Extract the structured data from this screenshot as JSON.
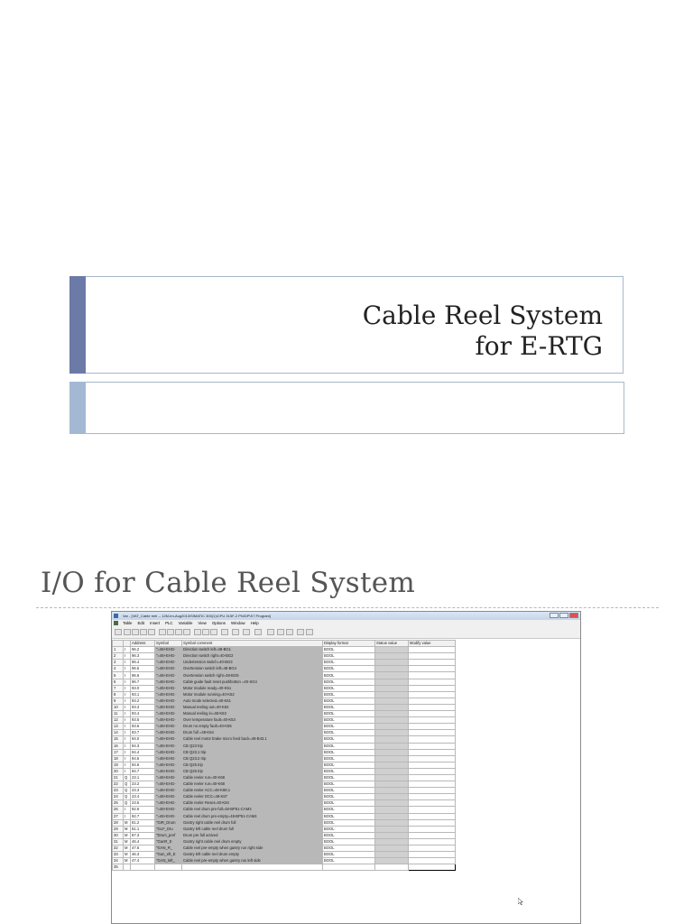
{
  "slide1": {
    "title_line1": "Cable Reel System",
    "title_line2": "for E-RTG"
  },
  "slide2": {
    "title": "I/O for Cable Reel System"
  },
  "window": {
    "title": "Var - [VAT_Cable reel -- 12M-Im-Aug2013\\SIMATIC 300(1)\\CPU 315F-2 PN/DP\\S7 Program]",
    "menu": [
      "Table",
      "Edit",
      "Insert",
      "PLC",
      "Variable",
      "View",
      "Options",
      "Window",
      "Help"
    ],
    "columns": [
      "",
      "",
      "Address",
      "Symbol",
      "Symbol comment",
      "Display format",
      "Status value",
      "Modify value"
    ],
    "rows": [
      [
        "1",
        "I",
        "96.2",
        "\"=46+EHG-",
        "Direction switch left=48-BG1",
        "BOOL"
      ],
      [
        "2",
        "I",
        "96.3",
        "\"=46+EHG-",
        "Direction switch right=40-BG2",
        "BOOL"
      ],
      [
        "3",
        "I",
        "96.4",
        "\"=46+EHG-",
        "Undertension switch=40-BG3",
        "BOOL"
      ],
      [
        "4",
        "I",
        "96.5",
        "\"=46+EHG-",
        "Overtension switch left=48-BG4",
        "BOOL"
      ],
      [
        "5",
        "I",
        "96.6",
        "\"=46+EHG-",
        "Overtension switch right=48-BG5",
        "BOOL"
      ],
      [
        "6",
        "I",
        "96.7",
        "\"=46+EHG-",
        "Cable guide fault reset pushbotton =40-SG4",
        "BOOL"
      ],
      [
        "7",
        "I",
        "93.0",
        "\"=46+EHG-",
        "Motor module ready=40-K51",
        "BOOL"
      ],
      [
        "8",
        "I",
        "93.1",
        "\"=46+EHG-",
        "Motor module running=40-K52",
        "BOOL"
      ],
      [
        "9",
        "I",
        "93.2",
        "\"=46+EHG-",
        "Auto mode selected=40-K61",
        "BOOL"
      ],
      [
        "10",
        "I",
        "93.3",
        "\"=46+EHG-",
        "Manual reeling out=40-K62",
        "BOOL"
      ],
      [
        "11",
        "I",
        "93.4",
        "\"=46+EHG-",
        "Manual reeling in=48-K63",
        "BOOL"
      ],
      [
        "12",
        "I",
        "93.5",
        "\"=46+EHG-",
        "Over temperature fault=40-K53",
        "BOOL"
      ],
      [
        "13",
        "I",
        "93.6",
        "\"=46+EHG-",
        "Drum no empty fault=40-K55",
        "BOOL"
      ],
      [
        "14",
        "I",
        "93.7",
        "\"=46+EHG-",
        "Drum full =48-K54",
        "BOOL"
      ],
      [
        "15",
        "I",
        "94.0",
        "\"=46+EHG-",
        "Cable reel motor brake micro feed back=48-B43.1",
        "BOOL"
      ],
      [
        "16",
        "I",
        "94.3",
        "\"=46+EHG-",
        "CB Q23 trip",
        "BOOL"
      ],
      [
        "17",
        "I",
        "94.4",
        "\"=46+EHG-",
        "CB Q23.1 trip",
        "BOOL"
      ],
      [
        "18",
        "I",
        "94.5",
        "\"=46+EHG-",
        "CB Q23.2 trip",
        "BOOL"
      ],
      [
        "19",
        "I",
        "94.6",
        "\"=46+EHG-",
        "CB Q25 trip",
        "BOOL"
      ],
      [
        "20",
        "I",
        "94.7",
        "\"=46+EHG-",
        "CB Q26 trip",
        "BOOL"
      ],
      [
        "21",
        "Q",
        "23.1",
        "\"=46+EHG-",
        "Cable reeler run=40-K68",
        "BOOL"
      ],
      [
        "22",
        "Q",
        "23.2",
        "\"=46+EHG-",
        "Cable reeler run=40-K68",
        "BOOL"
      ],
      [
        "23",
        "Q",
        "23.3",
        "\"=46+EHG-",
        "Cable reeler ACC=48-K68.1",
        "BOOL"
      ],
      [
        "24",
        "Q",
        "23.4",
        "\"=46+EHG-",
        "Cable reeler DCC=48-K67",
        "BOOL"
      ],
      [
        "25",
        "Q",
        "23.5",
        "\"=46+EHG-",
        "Cable reeler Reset=40-K84",
        "BOOL"
      ],
      [
        "26",
        "I",
        "92.6",
        "\"=46+EHG-",
        "Cable reel drum pre-full=48-BP51-CAM3",
        "BOOL"
      ],
      [
        "27",
        "I",
        "92.7",
        "\"=46+EHG-",
        "Cable reel drum pre-empty=48-BP51-CAM4",
        "BOOL"
      ],
      [
        "28",
        "M",
        "81.2",
        "\"GIR_Drum",
        "Gantry right cable reel drum full",
        "BOOL"
      ],
      [
        "29",
        "M",
        "81.1",
        "\"GLF_Dru",
        "Gantry left cable reel drum full",
        "BOOL"
      ],
      [
        "30",
        "M",
        "87.3",
        "\"Drum_pref",
        "Drum pre full actived",
        "BOOL"
      ],
      [
        "31",
        "M",
        "46.4",
        "\"GanR_E",
        "Gantry right cable reel drum empty",
        "BOOL"
      ],
      [
        "32",
        "M",
        "47.6",
        "\"GAN_R_",
        "Cable reel pre-empty when gantry run right side",
        "BOOL"
      ],
      [
        "33",
        "M",
        "46.3",
        "\"Gan_eft_E",
        "Gantry left cable reel drum empty",
        "BOOL"
      ],
      [
        "34",
        "M",
        "47.4",
        "\"GAN_left_",
        "Cable reel pre-empty when gantry run left side",
        "BOOL"
      ],
      [
        "35",
        "",
        "",
        "",
        "",
        ""
      ]
    ]
  }
}
